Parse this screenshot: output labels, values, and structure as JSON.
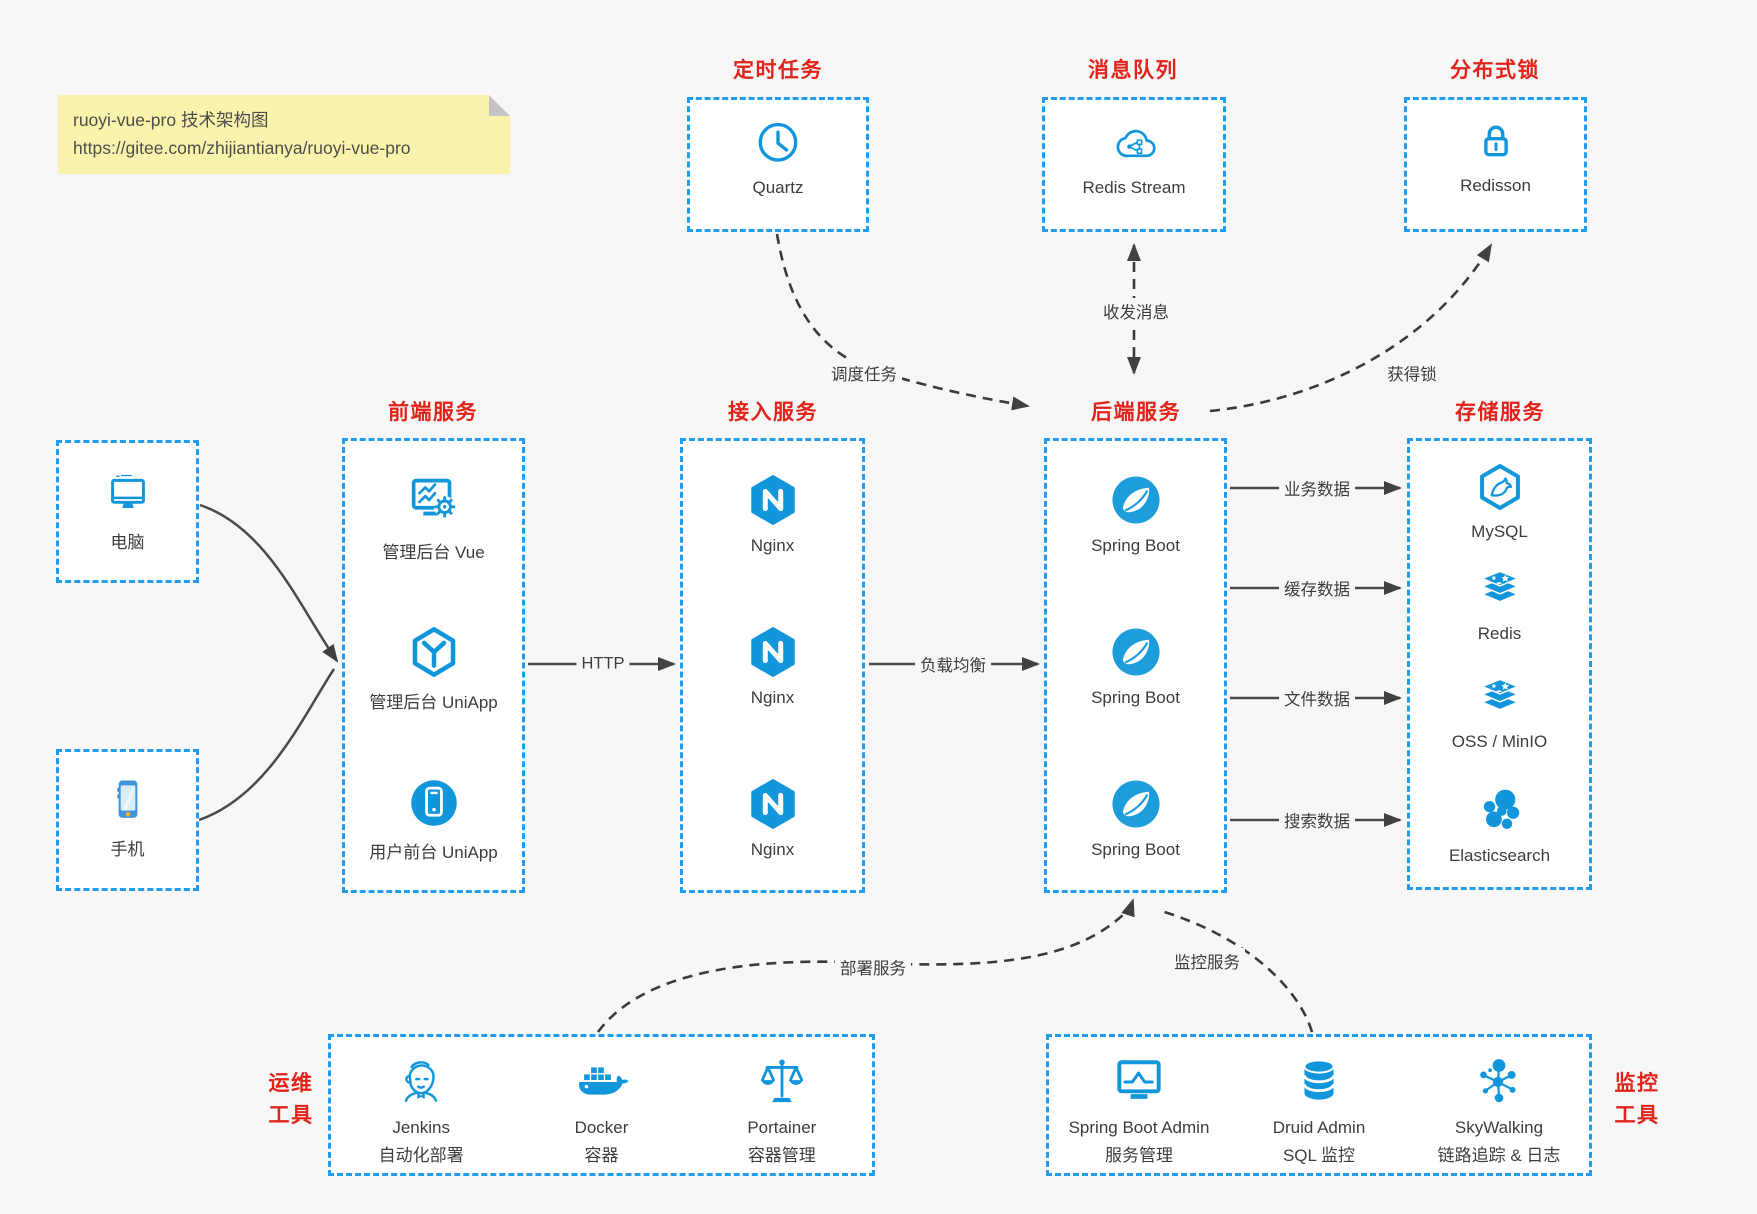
{
  "colors": {
    "icon_blue": "#1296db",
    "border_blue": "#1e9df2",
    "title_red": "#e2231a",
    "note_bg": "#faf3ac",
    "canvas_bg": "#f7f7f7",
    "text": "#3d3d3d",
    "arrow": "#4a4a4a"
  },
  "note": {
    "line1": "ruoyi-vue-pro 技术架构图",
    "line2": "https://gitee.com/zhijiantianya/ruoyi-vue-pro"
  },
  "top_services": [
    {
      "title": "定时任务",
      "label": "Quartz",
      "icon": "clock-icon"
    },
    {
      "title": "消息队列",
      "label": "Redis Stream",
      "icon": "cloud-mq-icon"
    },
    {
      "title": "分布式锁",
      "label": "Redisson",
      "icon": "lock-icon"
    }
  ],
  "clients": [
    {
      "label": "电脑",
      "icon": "desktop-icon"
    },
    {
      "label": "手机",
      "icon": "mobile-icon"
    }
  ],
  "frontend": {
    "title": "前端服务",
    "items": [
      {
        "label": "管理后台 Vue"
      },
      {
        "label": "管理后台 UniApp"
      },
      {
        "label": "用户前台 UniApp"
      }
    ]
  },
  "gateway": {
    "title": "接入服务",
    "items": [
      {
        "label": "Nginx"
      },
      {
        "label": "Nginx"
      },
      {
        "label": "Nginx"
      }
    ]
  },
  "backend": {
    "title": "后端服务",
    "items": [
      {
        "label": "Spring Boot"
      },
      {
        "label": "Spring Boot"
      },
      {
        "label": "Spring Boot"
      }
    ]
  },
  "storage": {
    "title": "存储服务",
    "items": [
      {
        "label": "MySQL"
      },
      {
        "label": "Redis"
      },
      {
        "label": "OSS / MinIO"
      },
      {
        "label": "Elasticsearch"
      }
    ]
  },
  "ops": {
    "title_line1": "运维",
    "title_line2": "工具",
    "items": [
      {
        "name": "Jenkins",
        "desc": "自动化部署"
      },
      {
        "name": "Docker",
        "desc": "容器"
      },
      {
        "name": "Portainer",
        "desc": "容器管理"
      }
    ]
  },
  "monitoring": {
    "title_line1": "监控",
    "title_line2": "工具",
    "items": [
      {
        "name": "Spring Boot Admin",
        "desc": "服务管理"
      },
      {
        "name": "Druid Admin",
        "desc": "SQL 监控"
      },
      {
        "name": "SkyWalking",
        "desc": "链路追踪 & 日志"
      }
    ]
  },
  "edges": {
    "http": "HTTP",
    "load_balance": "负载均衡",
    "business_data": "业务数据",
    "cache_data": "缓存数据",
    "file_data": "文件数据",
    "search_data": "搜索数据",
    "schedule_task": "调度任务",
    "send_receive_msg": "收发消息",
    "acquire_lock": "获得锁",
    "deploy_service": "部署服务",
    "monitor_service": "监控服务"
  }
}
